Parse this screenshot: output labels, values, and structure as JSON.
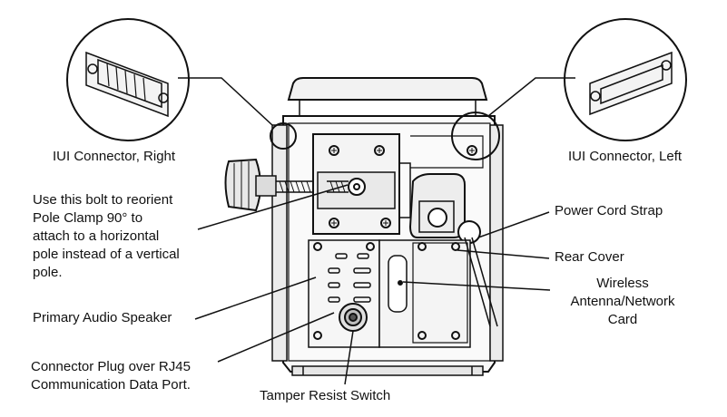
{
  "labels": {
    "iui_right": "IUI Connector, Right",
    "iui_left": "IUI Connector, Left",
    "bolt_note": [
      "Use this bolt to reorient",
      "Pole Clamp 90° to",
      "attach to a horizontal",
      "pole instead of a vertical",
      "pole."
    ],
    "power_cord_strap": "Power Cord Strap",
    "rear_cover": "Rear Cover",
    "wireless_card": [
      "Wireless",
      "Antenna/Network",
      "Card"
    ],
    "audio_speaker": "Primary Audio Speaker",
    "rj45_plug": [
      "Connector Plug over RJ45",
      "Communication Data Port."
    ],
    "tamper_switch": "Tamper Resist Switch"
  }
}
